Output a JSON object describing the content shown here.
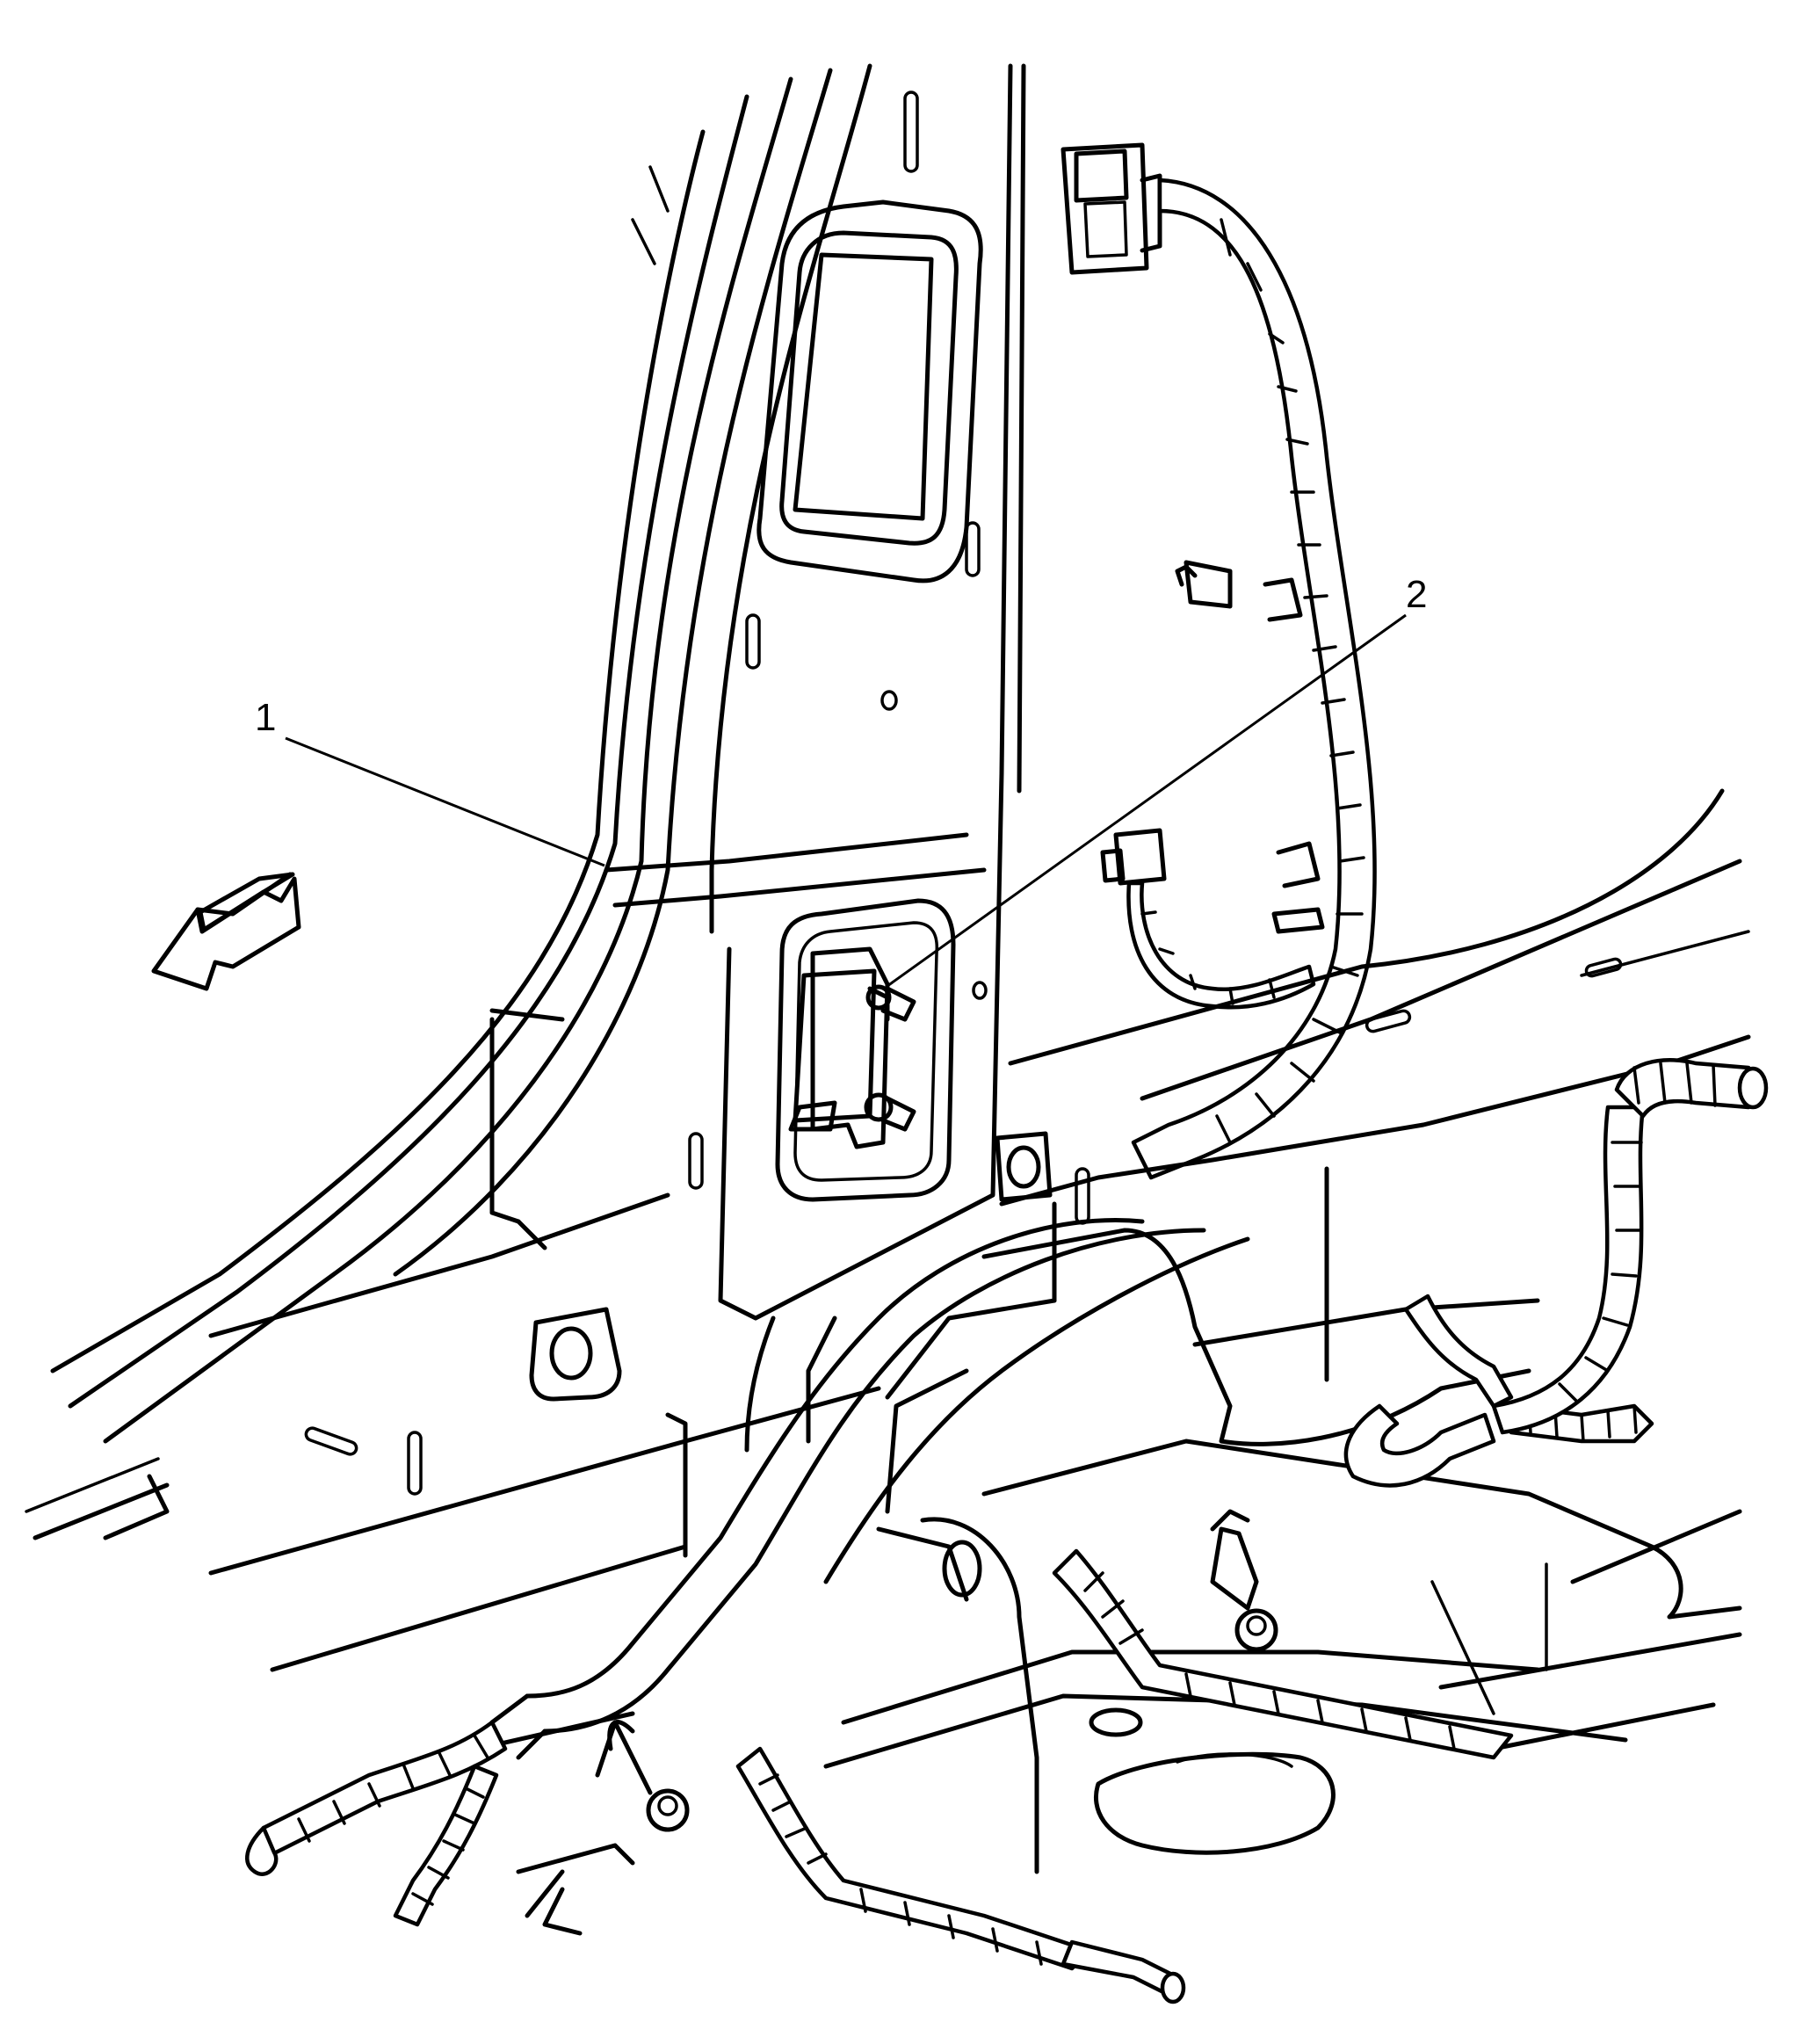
{
  "callouts": [
    {
      "id": "1",
      "label": "1"
    },
    {
      "id": "2",
      "label": "2"
    }
  ],
  "icons": {
    "direction_arrow": "arrow-forward-icon"
  },
  "colors": {
    "line": "#000000",
    "background": "#ffffff"
  }
}
